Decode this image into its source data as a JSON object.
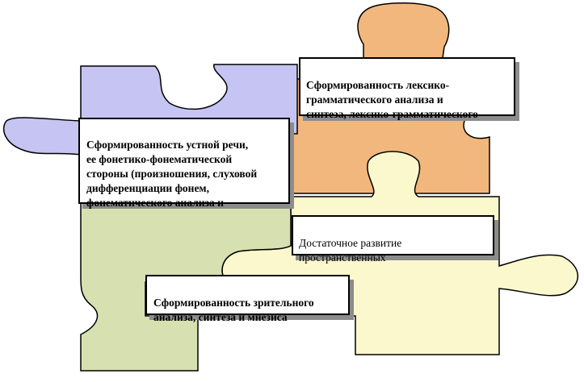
{
  "colors": {
    "blue_piece": "#c5c4f2",
    "orange_piece": "#f2b77c",
    "yellow_piece": "#fcf8cd",
    "green_piece": "#d7e0b0",
    "outline": "#000000",
    "shadow": "#8c8c8c"
  },
  "boxes": {
    "speech": {
      "text": "Сформированность устной речи,\nее фонетико-фонематической\nстороны (произношения, слуховой\nдифференциации фонем,\nфонематического  анализа и"
    },
    "lexical": {
      "text": "Сформированность лексико-\nграмматического  анализа и\nсинтеза, лексико-грамматического"
    },
    "spatial": {
      "text": "Достаточное развитие\nпространственных"
    },
    "visual": {
      "text": "Сформированность зрительного\nанализа, синтеза и мнезиса"
    }
  }
}
